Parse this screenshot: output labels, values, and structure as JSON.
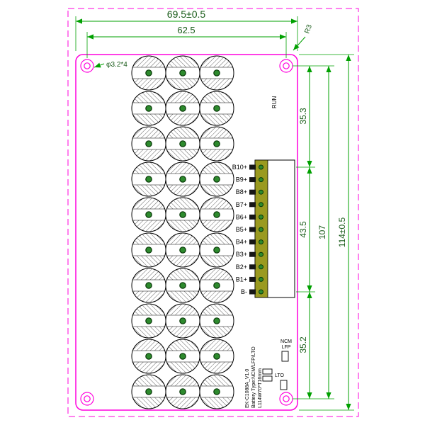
{
  "drawing": {
    "dimensions": {
      "board_width": "69.5±0.5",
      "hole_pitch_h": "62.5",
      "hole_spec": "φ3.2*4",
      "corner_radius": "R3",
      "seg_top": "35.3",
      "seg_mid": "43.5",
      "seg_bottom": "35.2",
      "hole_pitch_v": "107",
      "board_height": "114±0.5"
    },
    "connector_labels": [
      "B10+",
      "B9+",
      "B8+",
      "B7+",
      "B6+",
      "B5+",
      "B4+",
      "B3+",
      "B2+",
      "B1+",
      "B-"
    ],
    "silkscreen": {
      "run": "RUN",
      "ncm": "NCM",
      "lfp": "LFP",
      "lto": "LTO",
      "model": "EK-C1088A_V1.0",
      "battery_type": "Battery Type:NCM/LFP/LTO",
      "size": "L114W70*T16mm"
    },
    "colors": {
      "board_outline": "#ff00dd",
      "dimension_line": "#00a000",
      "dimension_text": "#1a5c1a",
      "pad_dot": "#2d8a2d",
      "pad_dot_ring": "#083808",
      "connector_body": "#9a9a20",
      "pin": "#161616"
    },
    "grid": {
      "rows": 10,
      "cols": 3
    }
  }
}
